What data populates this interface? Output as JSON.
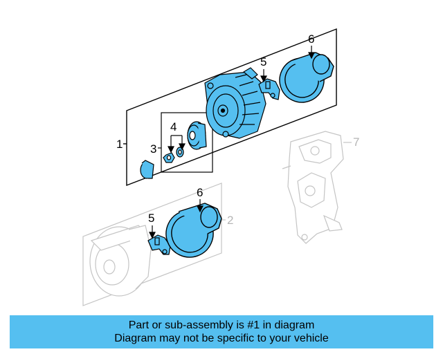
{
  "callouts": {
    "c1": "1",
    "c2": "2",
    "c3": "3",
    "c4": "4",
    "c5_top": "5",
    "c5_bottom": "5",
    "c6_top": "6",
    "c6_bottom": "6",
    "c7": "7"
  },
  "banner": {
    "line1": "Part or sub-assembly is #1 in diagram",
    "line2": "Diagram may not be specific to your vehicle"
  },
  "colors": {
    "highlight": "#55bff0",
    "outline": "#000000",
    "ghost": "#c4c4c4"
  }
}
